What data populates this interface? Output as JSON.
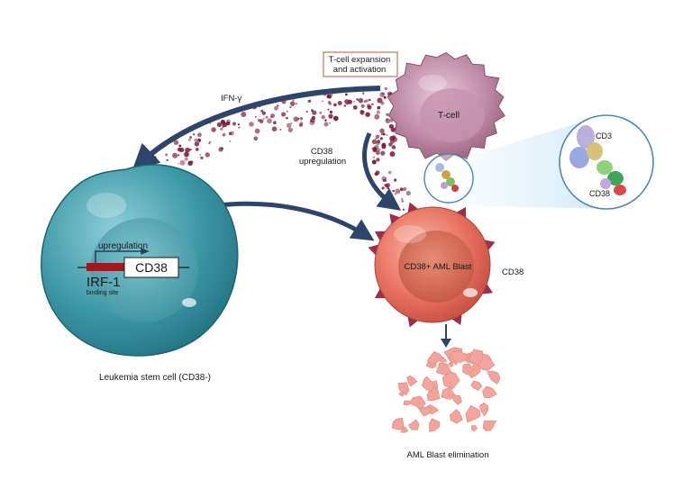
{
  "labels": {
    "tcell_box_line1": "T-cell expansion",
    "tcell_box_line2": "and  activation",
    "ifn": "IFN-γ",
    "tcell": "T-cell",
    "cd38_up_line1": "CD38",
    "cd38_up_line2": "upregulation",
    "zoom_cd3": "CD3",
    "zoom_cd38": "CD38",
    "upregulation": "upregulation",
    "gene_cd38": "CD38",
    "irf": "IRF-1",
    "binding_site": "binding site",
    "lsc": "Leukemia stem cell (CD38-)",
    "blast": "CD38+ AML Blast",
    "blast_cd38": "CD38",
    "elimination": "AML Blast elimination"
  },
  "colors": {
    "arrow": "#2e4468",
    "lsc_cell": "#3c97a6",
    "tcell": "#b6819f",
    "blast": "#e36a5b",
    "fragments": "#f0a49c",
    "irf_bar": "#9e1b1b",
    "dots": "#7a1f3a"
  }
}
